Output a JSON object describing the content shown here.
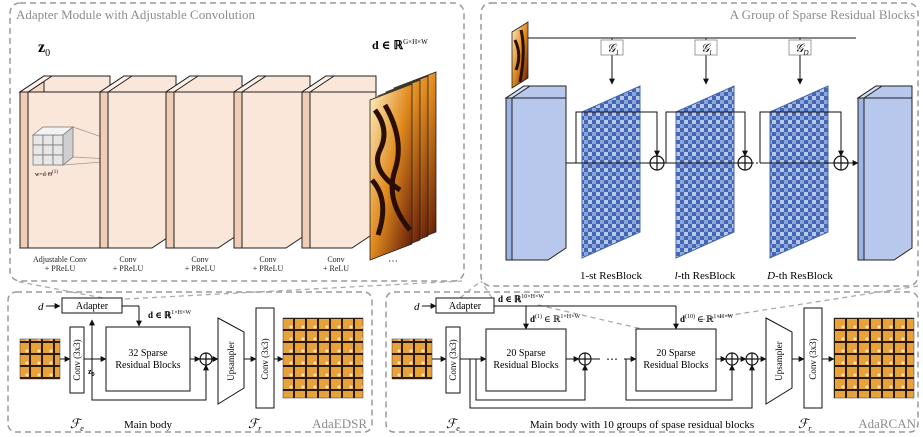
{
  "panels": {
    "adapter_module": {
      "title": "Adapter Module with Adjustable Convolution"
    },
    "sparse_group": {
      "title": "A Group of Sparse Residual Blocks"
    },
    "adaedsr": {
      "title": "AdaEDSR"
    },
    "adarcan": {
      "title": "AdaRCAN"
    }
  },
  "adapter_module": {
    "z0_label": "z",
    "z0_sub": "0",
    "d_label": "d ∈ ℝ",
    "d_sup": "G×H×W",
    "kernel_label": "w=d·Θ",
    "kernel_sup": "(1)",
    "layers": [
      {
        "line1": "Adjustable Conv",
        "line2": "+ PReLU"
      },
      {
        "line1": "Conv",
        "line2": "+ PReLU"
      },
      {
        "line1": "Conv",
        "line2": "+ PReLU"
      },
      {
        "line1": "Conv",
        "line2": "+ PReLU"
      },
      {
        "line1": "Conv",
        "line2": "+ ReLU"
      }
    ],
    "ellipsis": "⋯"
  },
  "sparse_group": {
    "gates": [
      {
        "symbol": "𝒢",
        "sub": "1"
      },
      {
        "symbol": "𝒢",
        "sub": "l"
      },
      {
        "symbol": "𝒢",
        "sub": "D"
      }
    ],
    "blocks": [
      {
        "prefix": "1",
        "prefix_style": "normal",
        "suffix": "-st ResBlock"
      },
      {
        "prefix": "l",
        "prefix_style": "italic",
        "suffix": "-th ResBlock"
      },
      {
        "prefix": "D",
        "prefix_style": "italic",
        "suffix": "-th ResBlock"
      }
    ]
  },
  "adaedsr": {
    "d_input": "d",
    "adapter": "Adapter",
    "d_out_label": "d ∈ ℝ",
    "d_out_sup": "1×H×W",
    "conv_in": "Conv (3x3)",
    "z0": "z",
    "z0_sub": "0",
    "body_line1": "32 Sparse",
    "body_line2": "Residual Blocks",
    "upsampler": "Upsampler",
    "conv_out": "Conv (3x3)",
    "fe": "ℱ",
    "fe_sub": "e",
    "fr": "ℱ",
    "fr_sub": "r",
    "main_body": "Main body"
  },
  "adarcan": {
    "d_input": "d",
    "adapter": "Adapter",
    "d_out_label": "d ∈ ℝ",
    "d_out_sup": "10×H×W",
    "d1_label": "d",
    "d1_sup": "(1)",
    "d1_space": "∈ ℝ",
    "d1_space_sup": "1×H×W",
    "d10_label": "d",
    "d10_sup": "(10)",
    "d10_space": "∈ ℝ",
    "d10_space_sup": "1×H×W",
    "conv_in": "Conv (3x3)",
    "group1_line1": "20 Sparse",
    "group1_line2": "Residual Blocks",
    "group2_line1": "20 Sparse",
    "group2_line2": "Residual Blocks",
    "ellipsis": "⋯",
    "upsampler": "Upsampler",
    "conv_out": "Conv (3x3)",
    "fe": "ℱ",
    "fe_sub": "e",
    "fr": "ℱ",
    "fr_sub": "r",
    "main_body": "Main body with 10 groups of spase residual blocks"
  }
}
